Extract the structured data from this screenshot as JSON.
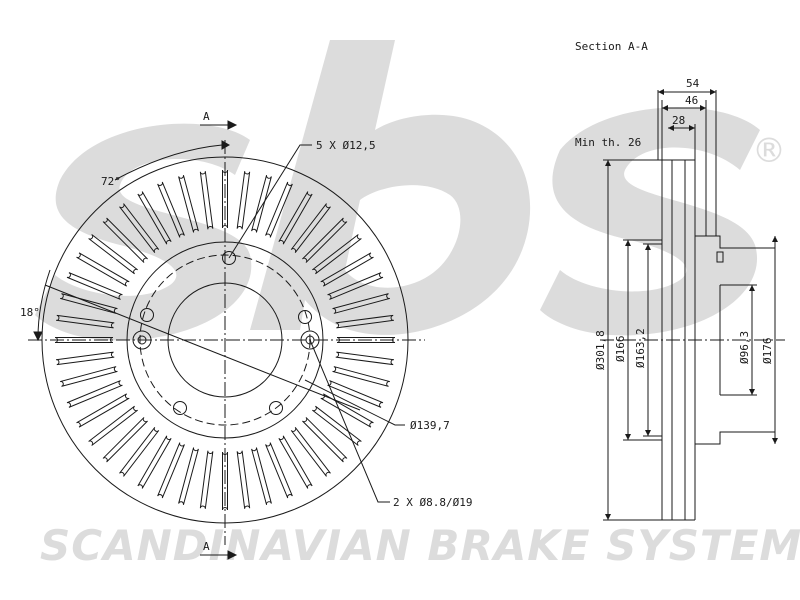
{
  "watermark": {
    "logo_text": "sbs",
    "registered_mark": "®",
    "company_name": "SCANDINAVIAN BRAKE SYSTEMS",
    "color": "#dcdcdc"
  },
  "front_view": {
    "section_marker_top": "A",
    "section_marker_bottom": "A",
    "angle_top": "72°",
    "angle_left": "18°",
    "bolt_holes_label": "5 X Ø12,5",
    "pcd_label": "Ø139,7",
    "pin_holes_label": "2 X Ø8.8/Ø19"
  },
  "section_view": {
    "title": "Section A-A",
    "min_thickness": "Min th. 26",
    "width_total": "54",
    "width_mid": "46",
    "width_inner": "28",
    "dia_outer": "Ø301,8",
    "dia_166": "Ø166",
    "dia_163": "Ø163,2",
    "dia_centre_bore": "Ø96,3",
    "dia_176": "Ø176"
  },
  "colors": {
    "line": "#1a1a1a"
  }
}
